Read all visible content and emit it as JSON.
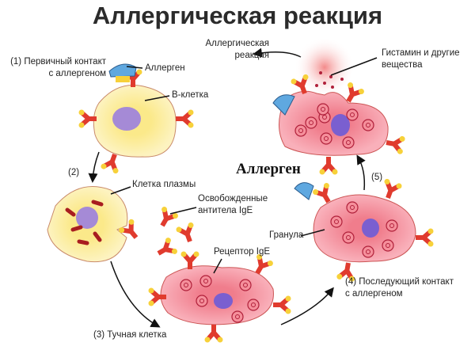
{
  "title": "Аллергическая реакция",
  "labels": {
    "step1_line1": "(1) Первичный контакт",
    "step1_line2": "с аллергеном",
    "allergen": "Аллерген",
    "b_cell": "В-клетка",
    "step2": "(2)",
    "plasma_cell": "Клетка плазмы",
    "free_ige_line1": "Освобожденные",
    "free_ige_line2": "антитела IgE",
    "ige_receptor": "Рецептор IgE",
    "step3": "(3) Тучная клетка",
    "step4_line1": "(4) Последующий контакт",
    "step4_line2": "с аллергеном",
    "granule": "Гранула",
    "step5": "(5)",
    "allergen_overlay": "Аллерген",
    "reaction_line1": "Аллергическая",
    "reaction_line2": "реакция",
    "histamine_line1": "Гистамин и другие",
    "histamine_line2": "вещества"
  },
  "colors": {
    "b_cell": "#fbe98a",
    "mast_cell": "#f07d8c",
    "nucleus": "#a58ad6",
    "antibody": "#e03b2e",
    "allergen": "#5fa8e0"
  }
}
